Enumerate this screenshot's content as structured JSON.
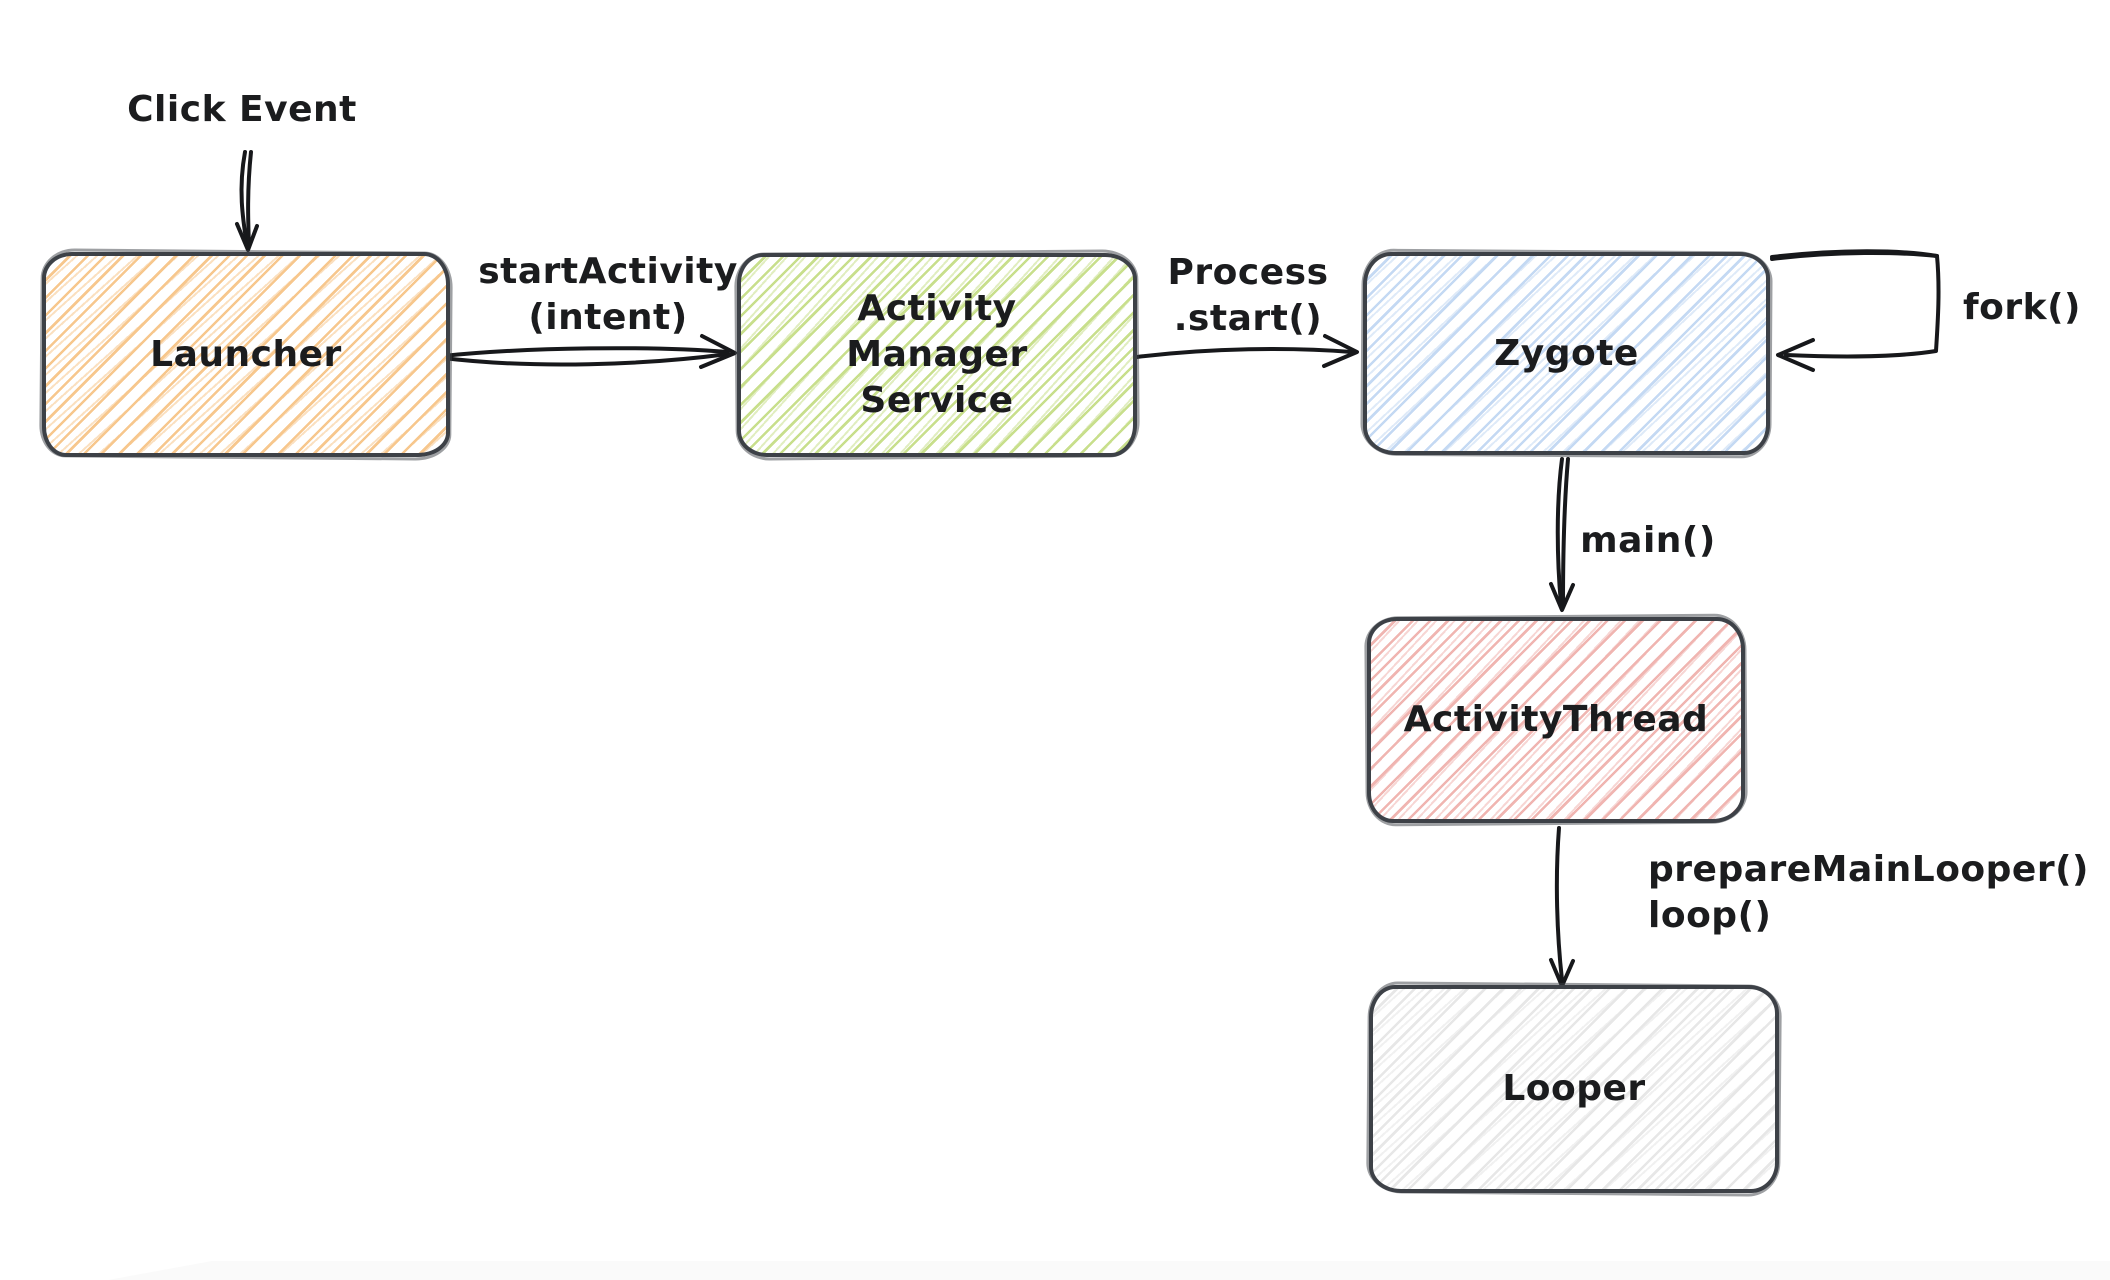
{
  "canvas": {
    "background": "#ffffff",
    "box_stroke_color": "#3d4147",
    "arrow_color": "#17181b",
    "text_color": "#1b1c1e"
  },
  "nodes": {
    "launcher": {
      "label": "Launcher",
      "hachure_color": "#f7c78d"
    },
    "activity_manager_service": {
      "label": "Activity Manager Service",
      "hachure_color": "#c8df8c"
    },
    "zygote": {
      "label": "Zygote",
      "hachure_color": "#c4d9f3"
    },
    "activity_thread": {
      "label": "ActivityThread",
      "hachure_color": "#f0b5b1"
    },
    "looper": {
      "label": "Looper",
      "hachure_color": "#e7e7e7"
    }
  },
  "edges": [
    {
      "id": "click-event",
      "from": "user",
      "to": "launcher",
      "label_lines": [
        "Click Event"
      ]
    },
    {
      "id": "start-activity",
      "from": "launcher",
      "to": "activity_manager_service",
      "label_lines": [
        "startActivity",
        "(intent)"
      ]
    },
    {
      "id": "process-start",
      "from": "activity_manager_service",
      "to": "zygote",
      "label_lines": [
        "Process",
        ".start()"
      ]
    },
    {
      "id": "fork",
      "from": "zygote",
      "to": "zygote",
      "label_lines": [
        "fork()"
      ]
    },
    {
      "id": "main",
      "from": "zygote",
      "to": "activity_thread",
      "label_lines": [
        "main()"
      ]
    },
    {
      "id": "prepare-main-looper",
      "from": "activity_thread",
      "to": "looper",
      "label_lines": [
        "prepareMainLooper()",
        "loop()"
      ]
    }
  ]
}
